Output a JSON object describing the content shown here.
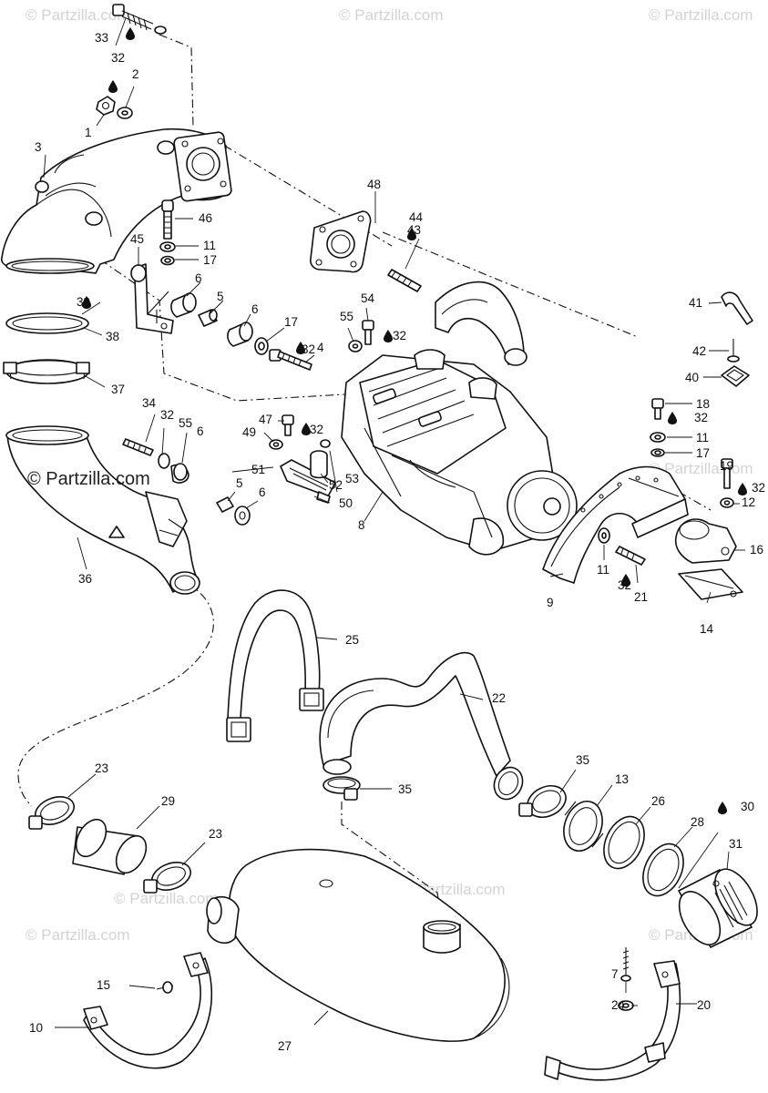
{
  "watermark": "© Partzilla.com",
  "credit": "© Partzilla.com",
  "callouts": [
    "33",
    "32",
    "2",
    "1",
    "3",
    "48",
    "44",
    "43",
    "46",
    "11",
    "17",
    "45",
    "6",
    "5",
    "39",
    "54",
    "55",
    "32",
    "6",
    "17",
    "32",
    "4",
    "38",
    "41",
    "42",
    "40",
    "37",
    "34",
    "32",
    "55",
    "6",
    "47",
    "32",
    "18",
    "32",
    "49",
    "11",
    "17",
    "51",
    "52",
    "53",
    "19",
    "32",
    "12",
    "50",
    "5",
    "6",
    "8",
    "16",
    "11",
    "32",
    "21",
    "9",
    "14",
    "36",
    "25",
    "22",
    "23",
    "29",
    "23",
    "35",
    "35",
    "13",
    "26",
    "30",
    "28",
    "31",
    "7",
    "15",
    "24",
    "20",
    "10",
    "27"
  ]
}
